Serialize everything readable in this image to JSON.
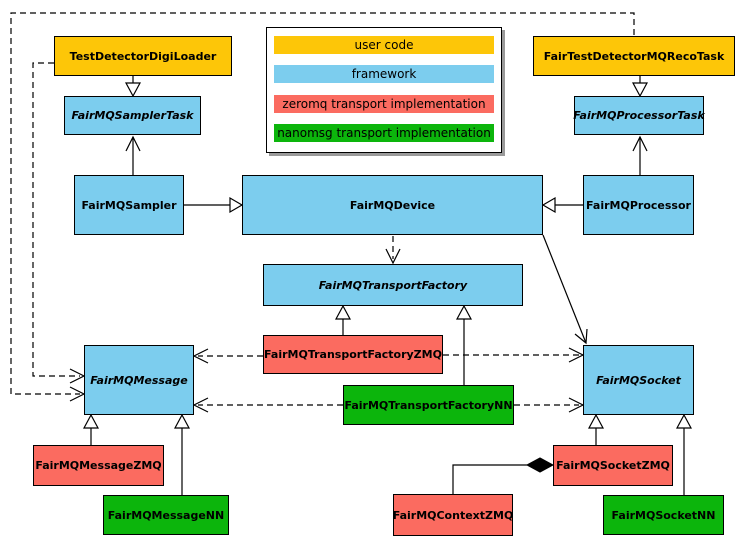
{
  "colors": {
    "user_code": "#FDC608",
    "framework": "#7CCDEE",
    "zeromq": "#FB6B60",
    "nanomsg": "#0CB50C",
    "line": "#000000",
    "background": "#FFFFFF",
    "legend_shadow": "#9A9A9A"
  },
  "legend": {
    "items": [
      {
        "label": "user code"
      },
      {
        "label": "framework"
      },
      {
        "label": "zeromq transport implementation"
      },
      {
        "label": "nanomsg transport implementation"
      }
    ]
  },
  "nodes": {
    "test_detector_digi_loader": {
      "label": "TestDetectorDigiLoader"
    },
    "fair_test_detector_mq_reco_task": {
      "label": "FairTestDetectorMQRecoTask"
    },
    "fairmq_sampler_task": {
      "label": "FairMQSamplerTask"
    },
    "fairmq_processor_task": {
      "label": "FairMQProcessorTask"
    },
    "fairmq_sampler": {
      "label": "FairMQSampler"
    },
    "fairmq_device": {
      "label": "FairMQDevice"
    },
    "fairmq_processor": {
      "label": "FairMQProcessor"
    },
    "fairmq_transport_factory": {
      "label": "FairMQTransportFactory"
    },
    "fairmq_transport_factory_zmq": {
      "label": "FairMQTransportFactoryZMQ"
    },
    "fairmq_transport_factory_nn": {
      "label": "FairMQTransportFactoryNN"
    },
    "fairmq_message": {
      "label": "FairMQMessage"
    },
    "fairmq_socket": {
      "label": "FairMQSocket"
    },
    "fairmq_message_zmq": {
      "label": "FairMQMessageZMQ"
    },
    "fairmq_message_nn": {
      "label": "FairMQMessageNN"
    },
    "fairmq_socket_zmq": {
      "label": "FairMQSocketZMQ"
    },
    "fairmq_socket_nn": {
      "label": "FairMQSocketNN"
    },
    "fairmq_context_zmq": {
      "label": "FairMQContextZMQ"
    }
  }
}
